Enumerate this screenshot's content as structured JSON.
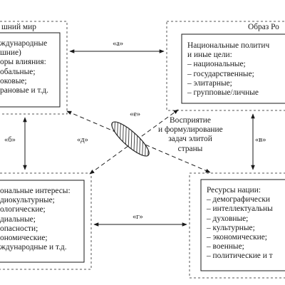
{
  "boxes": {
    "top_left": {
      "title": "шний мир",
      "lines": [
        "ждународные",
        "шние)",
        "оры влияния:",
        "обальные;",
        "оковые;",
        "рановые и т.д."
      ]
    },
    "top_right": {
      "title": "Образ Ро",
      "lines": [
        "Национальные политич",
        "и иные цели:",
        "– национальные;",
        "– государственные;",
        "– элитарные;",
        "– групповые/личные"
      ]
    },
    "bottom_left": {
      "lines": [
        "ональные интересы:",
        "диокультурные;",
        "ологические;",
        "диальные;",
        "опасности;",
        "ономические;",
        "ждународные и т.д."
      ]
    },
    "bottom_right": {
      "lines": [
        "Ресурсы нации:",
        "– демографически",
        "– интеллектуальны",
        "– духовные;",
        "– культурные;",
        "– экономические;",
        "– военные;",
        "– политические и т"
      ]
    }
  },
  "connectors": {
    "a": "«а»",
    "b": "«б»",
    "v": "«в»",
    "g": "«г»",
    "d": "«д»",
    "e": "«е»"
  },
  "center_label": [
    "Восприятие",
    "и формулирование",
    "задач элитой",
    "страны"
  ]
}
